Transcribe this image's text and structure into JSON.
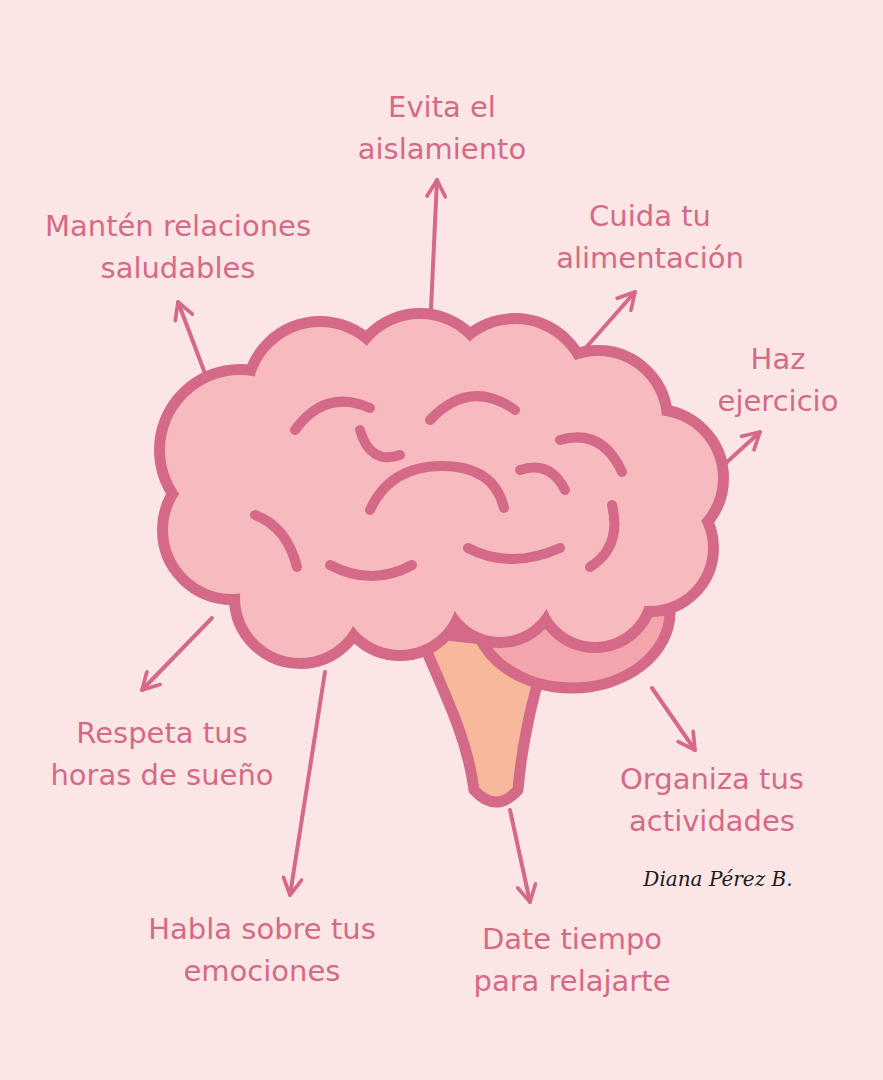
{
  "diagram": {
    "labels": [
      "Evita el aislamiento",
      "Mantén relaciones saludables",
      "Cuida tu alimentación",
      "Haz ejercicio",
      "Respeta tus horas de sueño",
      "Organiza tus actividades",
      "Habla sobre tus emociones",
      "Date tiempo para relajarte",
      "Diana Pérez B."
    ]
  }
}
